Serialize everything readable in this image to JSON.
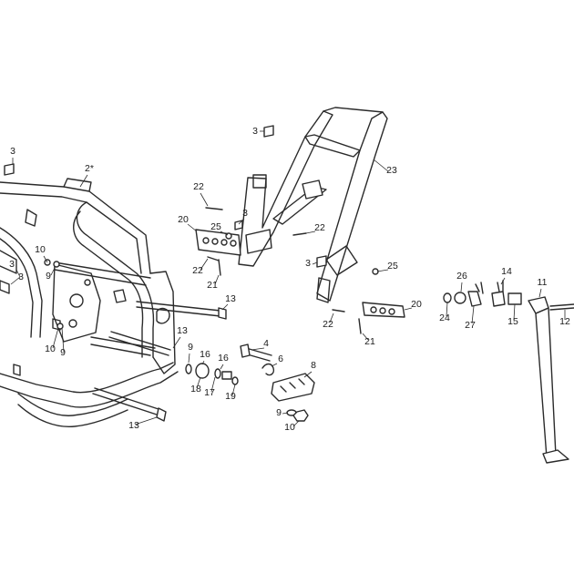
{
  "callouts": [
    {
      "id": "c3a",
      "text": "3"
    },
    {
      "id": "c2",
      "text": "2*"
    },
    {
      "id": "c3b",
      "text": "3"
    },
    {
      "id": "c10a",
      "text": "10"
    },
    {
      "id": "c9a",
      "text": "9"
    },
    {
      "id": "c3c",
      "text": "3"
    },
    {
      "id": "c13a",
      "text": "13"
    },
    {
      "id": "c13b",
      "text": "13"
    },
    {
      "id": "c10b",
      "text": "10"
    },
    {
      "id": "c9b",
      "text": "9"
    },
    {
      "id": "c9c",
      "text": "9"
    },
    {
      "id": "c16a",
      "text": "16"
    },
    {
      "id": "c16b",
      "text": "16"
    },
    {
      "id": "c18",
      "text": "18"
    },
    {
      "id": "c17",
      "text": "17"
    },
    {
      "id": "c19",
      "text": "19"
    },
    {
      "id": "c13c",
      "text": "13"
    },
    {
      "id": "c3d",
      "text": "3"
    },
    {
      "id": "c23",
      "text": "23"
    },
    {
      "id": "c22a",
      "text": "22"
    },
    {
      "id": "c20a",
      "text": "20"
    },
    {
      "id": "c25a",
      "text": "25"
    },
    {
      "id": "c3e",
      "text": "3"
    },
    {
      "id": "c22b",
      "text": "22"
    },
    {
      "id": "c21a",
      "text": "21"
    },
    {
      "id": "c22c",
      "text": "22"
    },
    {
      "id": "c3f",
      "text": "3"
    },
    {
      "id": "c25b",
      "text": "25"
    },
    {
      "id": "c20b",
      "text": "20"
    },
    {
      "id": "c22d",
      "text": "22"
    },
    {
      "id": "c21b",
      "text": "21"
    },
    {
      "id": "c4",
      "text": "4"
    },
    {
      "id": "c6",
      "text": "6"
    },
    {
      "id": "c8",
      "text": "8"
    },
    {
      "id": "c9d",
      "text": "9"
    },
    {
      "id": "c10c",
      "text": "10"
    },
    {
      "id": "c26",
      "text": "26"
    },
    {
      "id": "c14",
      "text": "14"
    },
    {
      "id": "c11",
      "text": "11"
    },
    {
      "id": "c24",
      "text": "24"
    },
    {
      "id": "c27",
      "text": "27"
    },
    {
      "id": "c15",
      "text": "15"
    },
    {
      "id": "c12",
      "text": "12"
    }
  ]
}
